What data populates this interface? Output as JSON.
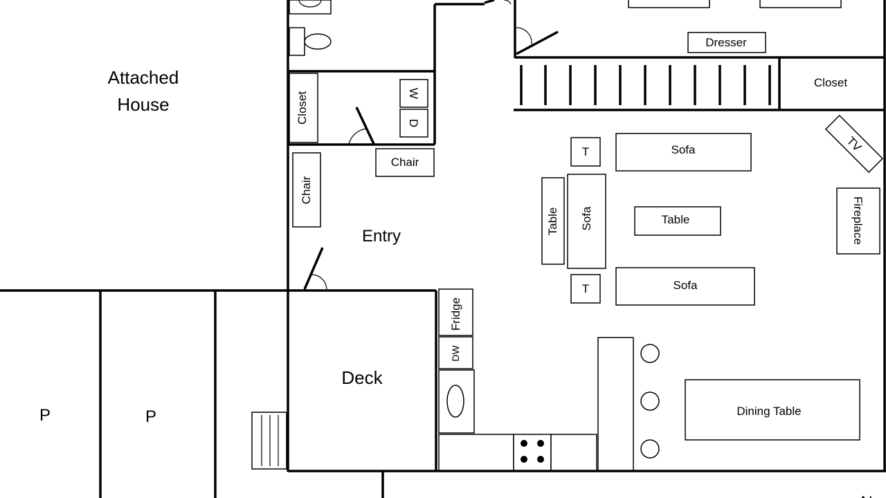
{
  "rooms": {
    "attached_house": [
      "Attached",
      "House"
    ],
    "entry": "Entry",
    "deck": "Deck",
    "parking_1": "P",
    "parking_2": "P"
  },
  "furniture": {
    "dresser": "Dresser",
    "closet_top_right": "Closet",
    "closet_left": "Closet",
    "washer": "W",
    "dryer": "D",
    "chair_top": "Chair",
    "chair_left": "Chair",
    "sofa_top": "Sofa",
    "sofa_middle": "Sofa",
    "sofa_bottom": "Sofa",
    "table_center": "Table",
    "table_side": "Table",
    "end_table_top": "T",
    "end_table_bottom": "T",
    "tv": "TV",
    "fireplace": "Fireplace",
    "fridge": "Fridge",
    "dishwasher": "DW",
    "dining_table": "Dining Table"
  },
  "compass": "N"
}
